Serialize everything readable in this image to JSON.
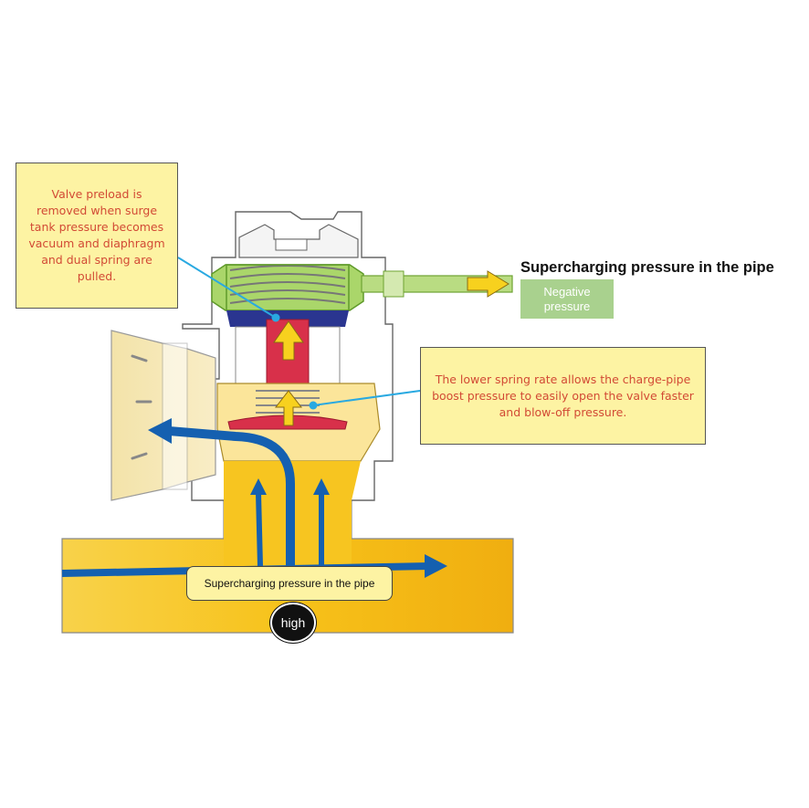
{
  "callouts": {
    "left": "Valve preload is removed when surge tank pressure becomes vacuum and diaphragm and dual spring are pulled.",
    "right": "The lower spring rate allows the charge-pipe boost pressure to easily open the valve faster and blow-off pressure."
  },
  "labels": {
    "title": "Supercharging pressure in the pipe",
    "negative": "Negative pressure",
    "pipe": "Supercharging pressure in the pipe",
    "high": "high"
  },
  "colors": {
    "yellow": "#f7c520",
    "pale_yellow": "#fbe59a",
    "blue_flow": "#1560b0",
    "red_rod": "#d8304a",
    "navy_diaphragm": "#2a3590",
    "green_passage": "#8cc63f",
    "callout_fill": "#fdf3a3",
    "callout_text": "#d24a35",
    "leader_line": "#29a9e1"
  }
}
